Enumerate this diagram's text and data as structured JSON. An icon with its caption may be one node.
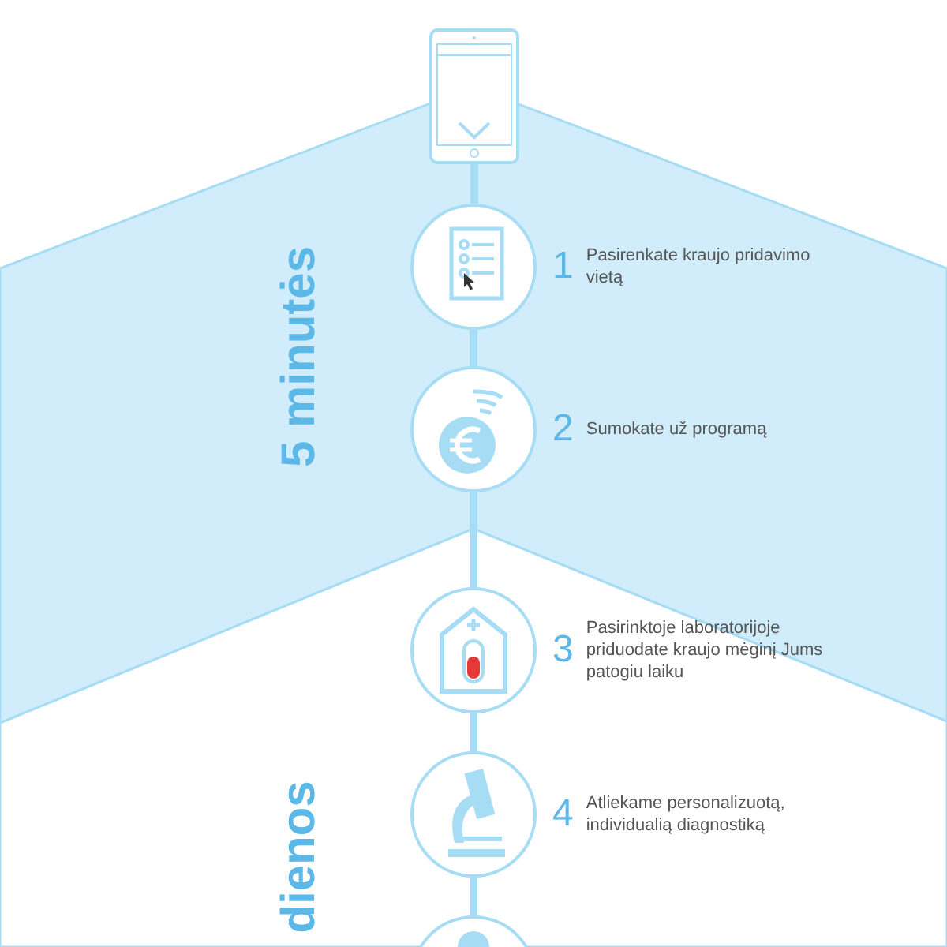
{
  "diagram": {
    "nodes": [
      {
        "text": [],
        "shape": "picture"
      },
      {
        "text": [],
        "shape": "circle",
        "beside": [
          "1",
          "Pasirenkate kraujo pridavimo vietą"
        ]
      },
      {
        "text": [],
        "shape": "circle",
        "beside": [
          "2",
          "Sumokate už programą"
        ]
      },
      {
        "text": [],
        "shape": "circle",
        "beside": [
          "3",
          "Pasirinktoje laboratorijoje priduodate kraujo mėginį Jums patogiu laiku"
        ]
      },
      {
        "text": [],
        "shape": "circle",
        "beside": [
          "4",
          "Atliekame personalizuotą, individualią diagnostiką"
        ]
      },
      {
        "text": [],
        "shape": "circle"
      }
    ],
    "edges": [
      {
        "from": 0,
        "to": 1,
        "arrow": "none"
      },
      {
        "from": 1,
        "to": 2,
        "arrow": "none"
      },
      {
        "from": 2,
        "to": 3,
        "arrow": "none"
      },
      {
        "from": 3,
        "to": 4,
        "arrow": "none"
      },
      {
        "from": 4,
        "to": 5,
        "arrow": "none"
      }
    ],
    "labels": [
      "5 minutės",
      "dienos"
    ]
  }
}
